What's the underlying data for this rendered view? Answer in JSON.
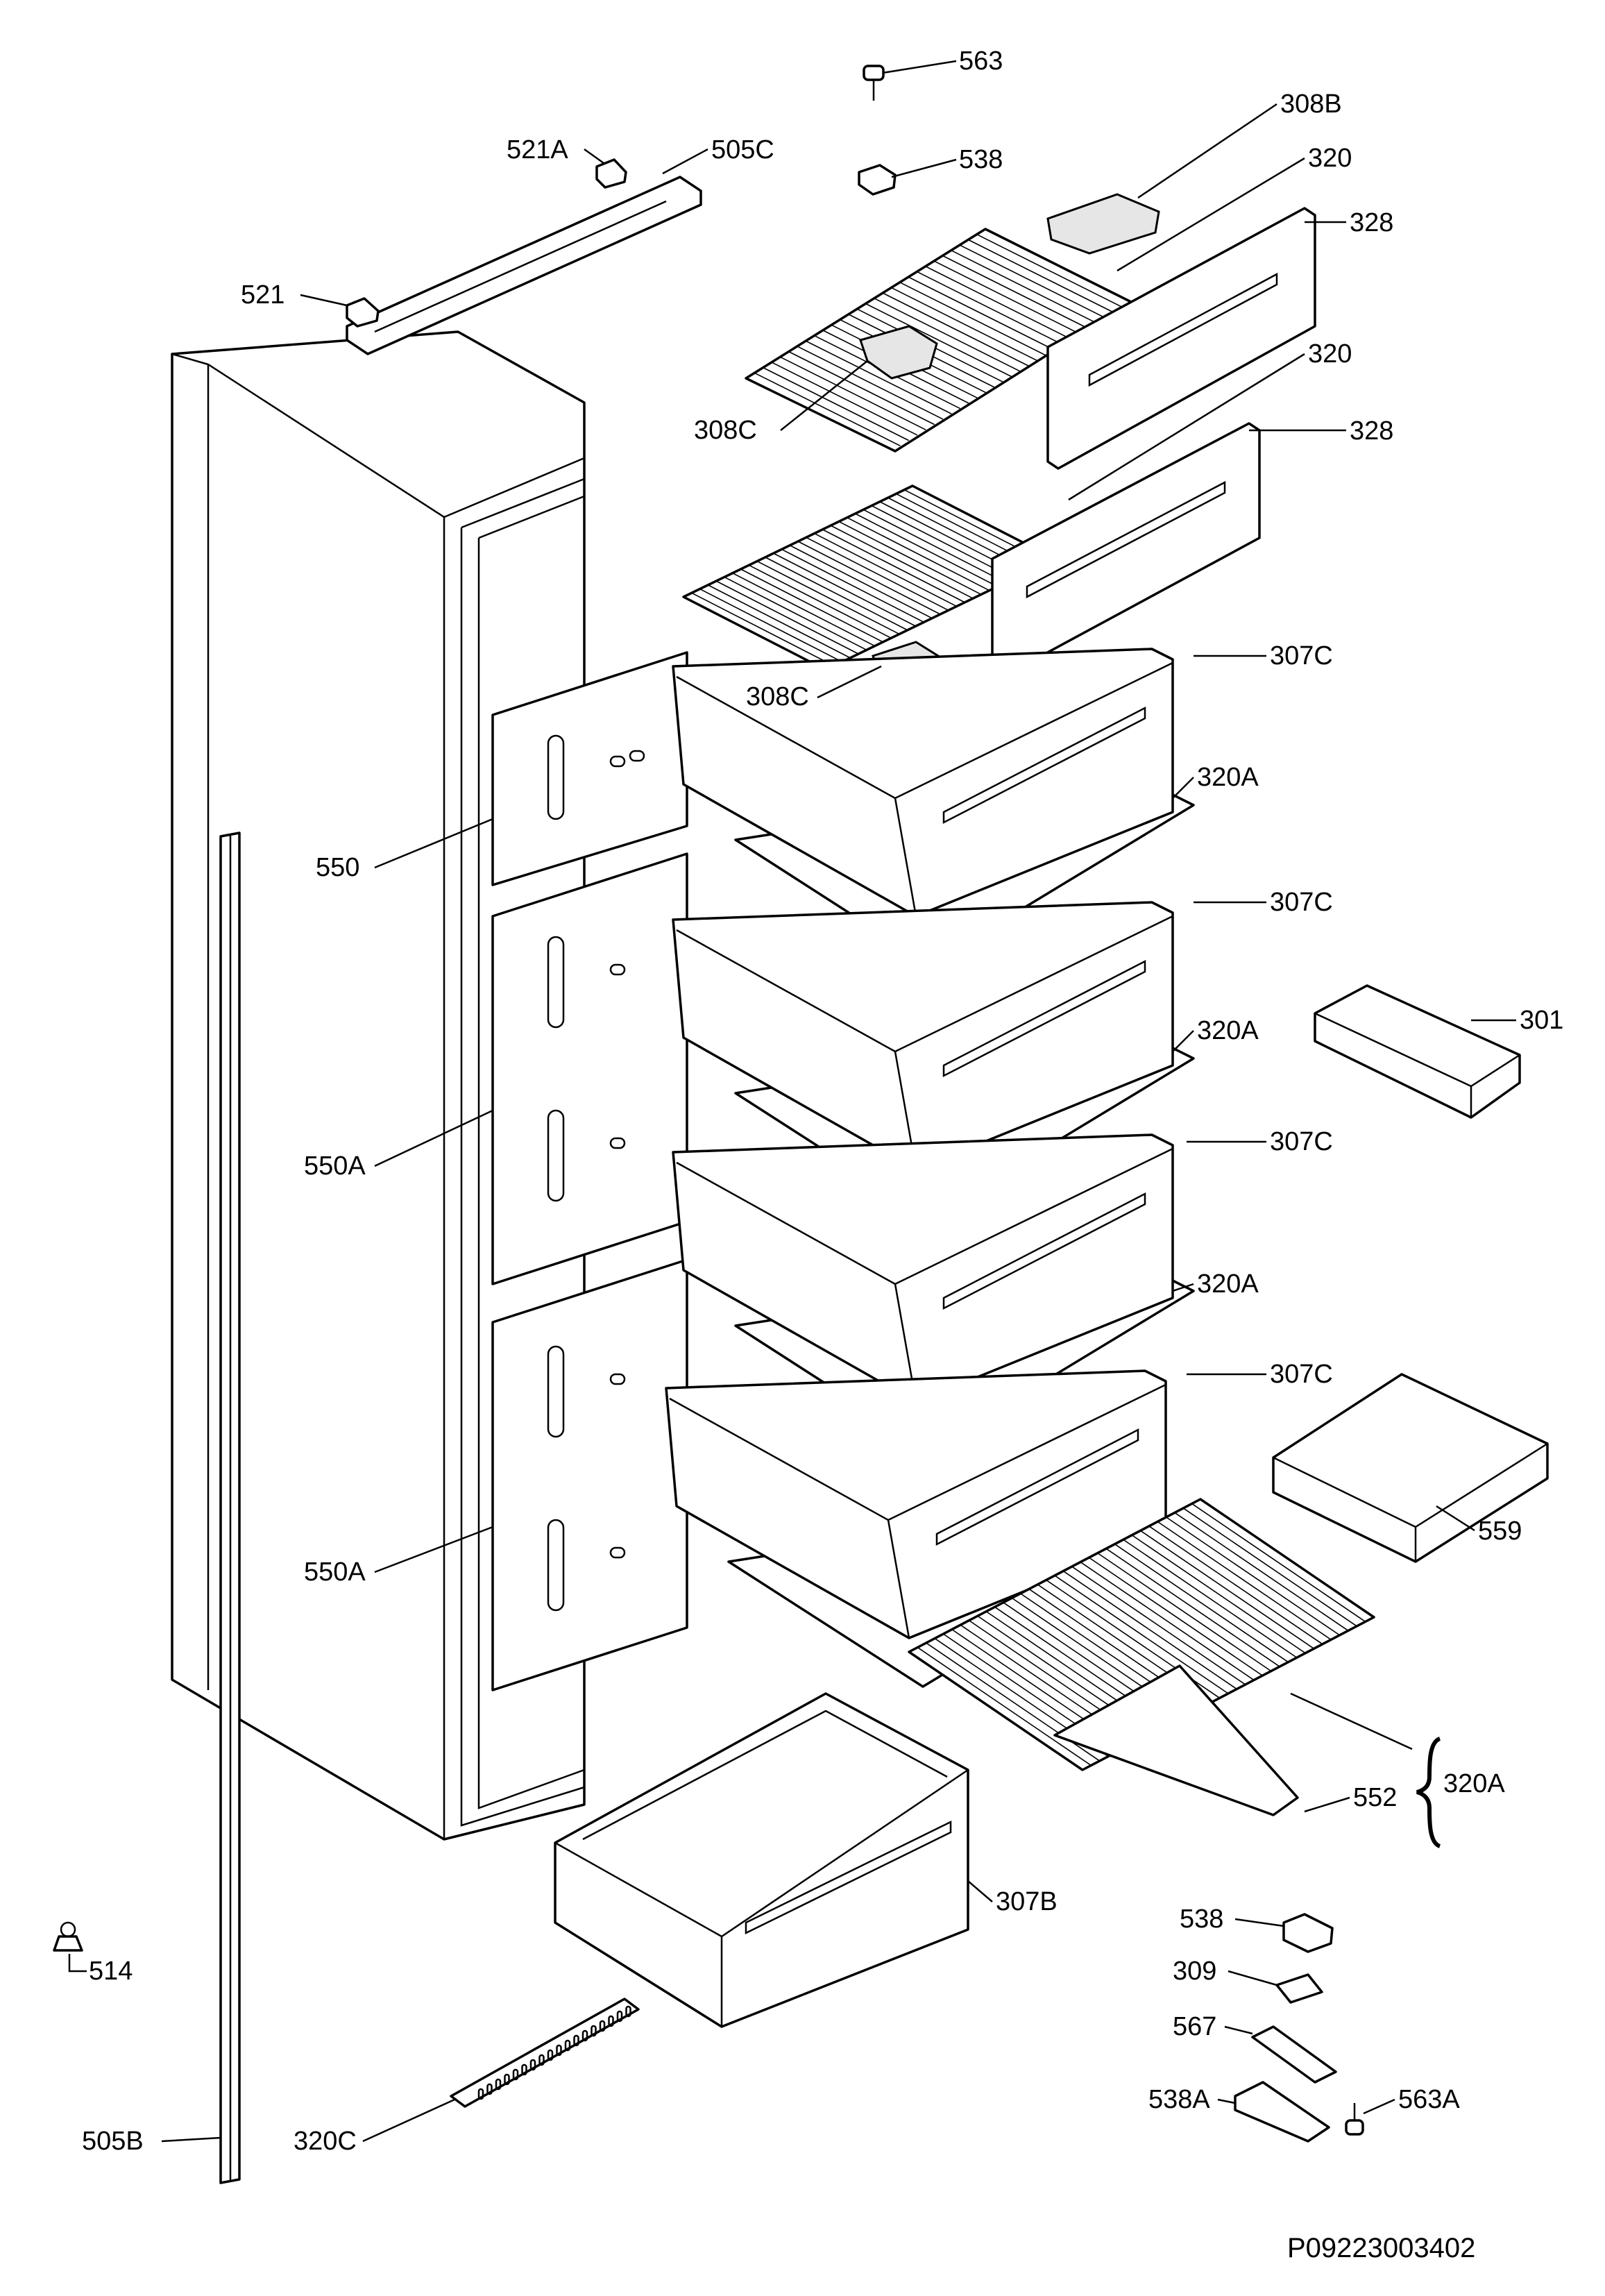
{
  "callouts": [
    {
      "id": "563",
      "text": "563"
    },
    {
      "id": "538-top",
      "text": "538"
    },
    {
      "id": "308B",
      "text": "308B"
    },
    {
      "id": "521A",
      "text": "521A"
    },
    {
      "id": "505C",
      "text": "505C"
    },
    {
      "id": "320-a",
      "text": "320"
    },
    {
      "id": "328-a",
      "text": "328"
    },
    {
      "id": "521",
      "text": "521"
    },
    {
      "id": "320-b",
      "text": "320"
    },
    {
      "id": "308C-a",
      "text": "308C"
    },
    {
      "id": "328-b",
      "text": "328"
    },
    {
      "id": "307C-a",
      "text": "307C"
    },
    {
      "id": "308C-b",
      "text": "308C"
    },
    {
      "id": "320A-a",
      "text": "320A"
    },
    {
      "id": "550",
      "text": "550"
    },
    {
      "id": "307C-b",
      "text": "307C"
    },
    {
      "id": "301",
      "text": "301"
    },
    {
      "id": "320A-b",
      "text": "320A"
    },
    {
      "id": "550A-a",
      "text": "550A"
    },
    {
      "id": "307C-c",
      "text": "307C"
    },
    {
      "id": "320A-c",
      "text": "320A"
    },
    {
      "id": "307C-d",
      "text": "307C"
    },
    {
      "id": "559",
      "text": "559"
    },
    {
      "id": "550A-b",
      "text": "550A"
    },
    {
      "id": "320A-d",
      "text": "320A"
    },
    {
      "id": "552",
      "text": "552"
    },
    {
      "id": "307B",
      "text": "307B"
    },
    {
      "id": "538-bottom",
      "text": "538"
    },
    {
      "id": "514",
      "text": "514"
    },
    {
      "id": "309",
      "text": "309"
    },
    {
      "id": "567",
      "text": "567"
    },
    {
      "id": "538A",
      "text": "538A"
    },
    {
      "id": "563A",
      "text": "563A"
    },
    {
      "id": "505B",
      "text": "505B"
    },
    {
      "id": "320C",
      "text": "320C"
    }
  ],
  "reference_number": "P09223003402"
}
